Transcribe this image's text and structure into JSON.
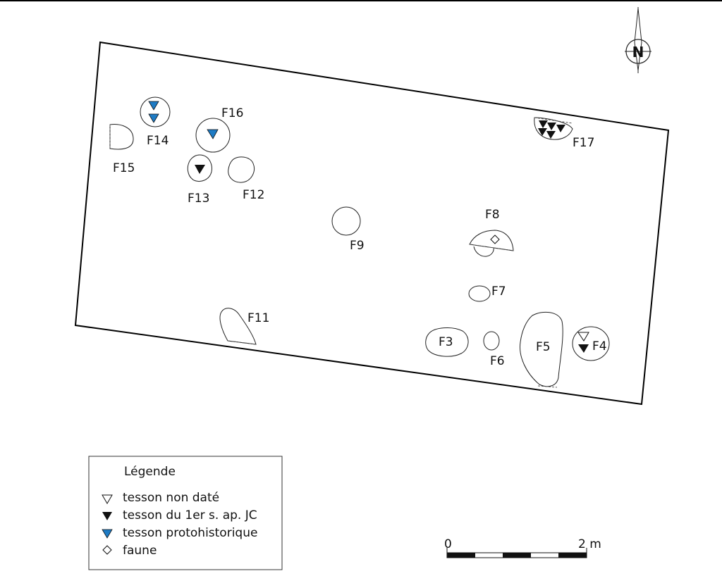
{
  "features": {
    "F3": "F3",
    "F4": "F4",
    "F5": "F5",
    "F6": "F6",
    "F7": "F7",
    "F8": "F8",
    "F9": "F9",
    "F11": "F11",
    "F12": "F12",
    "F13": "F13",
    "F14": "F14",
    "F15": "F15",
    "F16": "F16",
    "F17": "F17"
  },
  "north": "N",
  "legend": {
    "title": "Légende",
    "items": [
      {
        "label": "tesson non daté",
        "icon": "triangle-open-icon"
      },
      {
        "label": "tesson du 1er s. ap. JC",
        "icon": "triangle-black-icon"
      },
      {
        "label": "tesson protohistorique",
        "icon": "triangle-blue-icon"
      },
      {
        "label": "faune",
        "icon": "diamond-open-icon"
      }
    ]
  },
  "scale": {
    "start": "0",
    "end": "2 m"
  },
  "colors": {
    "blue": "#1e7bc4",
    "black": "#111111",
    "line": "#222222"
  }
}
